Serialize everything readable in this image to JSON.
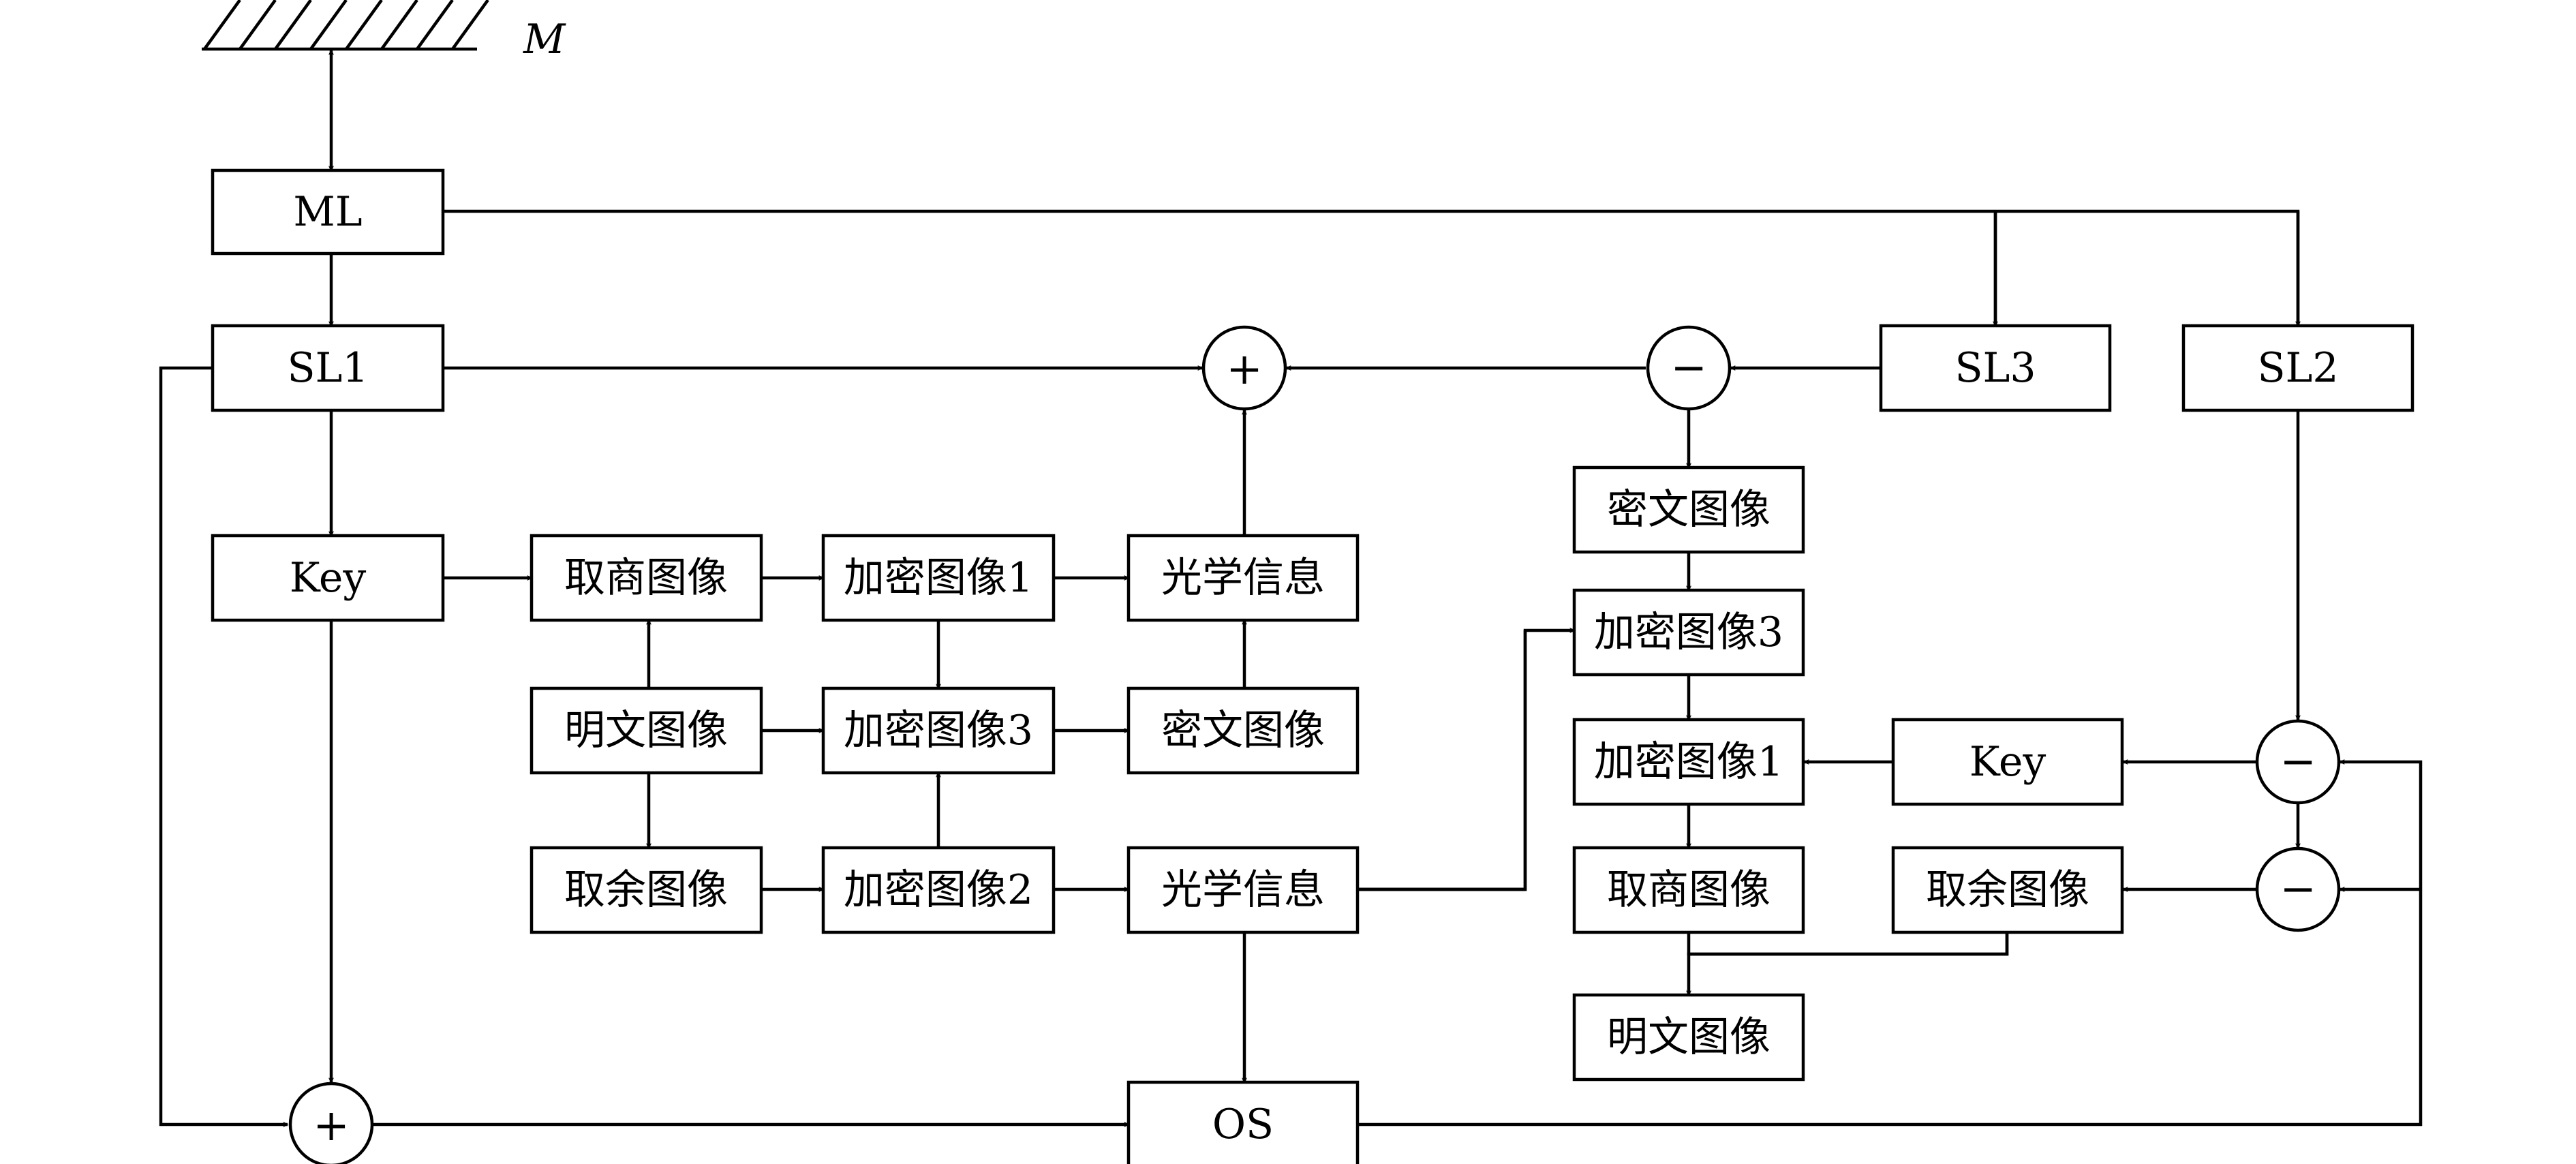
{
  "mirror": {
    "label": "M"
  },
  "boxes": {
    "ml": "ML",
    "sl1": "SL1",
    "sl2": "SL2",
    "sl3": "SL3",
    "key_left": "Key",
    "quotient_image": "取商图像",
    "encrypted_image_1": "加密图像1",
    "optical_info_top": "光学信息",
    "plaintext_image": "明文图像",
    "encrypted_image_3": "加密图像3",
    "ciphertext_image": "密文图像",
    "remainder_image": "取余图像",
    "encrypted_image_2": "加密图像2",
    "optical_info_bottom": "光学信息",
    "os": "OS",
    "r_ciphertext_image": "密文图像",
    "r_encrypted_image_3": "加密图像3",
    "r_encrypted_image_1": "加密图像1",
    "r_key": "Key",
    "r_quotient_image": "取商图像",
    "r_remainder_image": "取余图像",
    "r_plaintext_image": "明文图像"
  },
  "operators": {
    "sum_top": "+",
    "sum_bottom": "+",
    "diff_top": "−",
    "diff_mid": "−",
    "diff_low": "−"
  }
}
